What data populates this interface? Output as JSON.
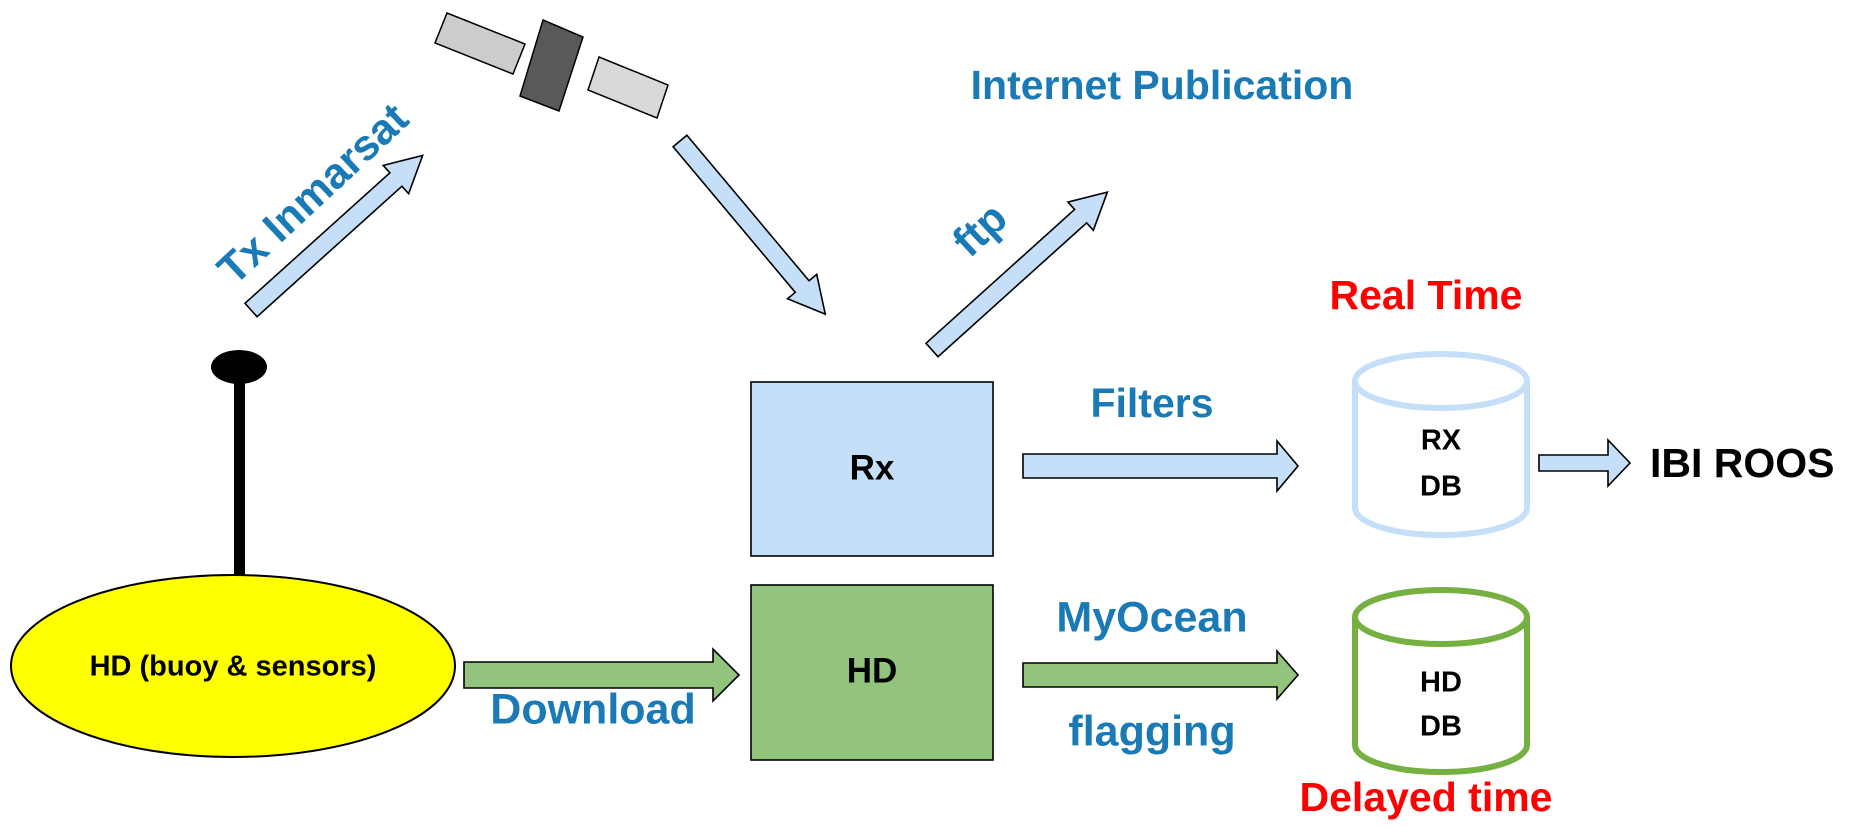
{
  "colors": {
    "blue_label": "#1a7ab5",
    "red_label": "#ff0000",
    "black": "#000000",
    "rx_fill": "#c5dff8",
    "hd_fill": "#93c47d",
    "buoy_fill": "#ffff00",
    "rx_db_stroke": "#c5dff8",
    "hd_db_stroke": "#76b041",
    "panel_light": "#cccccc",
    "panel_dark": "#595959"
  },
  "labels": {
    "tx_inmarsat": "Tx Inmarsat",
    "internet_publication": "Internet Publication",
    "ftp": "ftp",
    "real_time": "Real Time",
    "filters": "Filters",
    "rx_box": "Rx",
    "rx_db_line1": "RX",
    "rx_db_line2": "DB",
    "ibi_roos": "IBI ROOS",
    "buoy": "HD (buoy & sensors)",
    "download": "Download",
    "hd_box": "HD",
    "myocean": "MyOcean",
    "flagging": "flagging",
    "hd_db_line1": "HD",
    "hd_db_line2": "DB",
    "delayed_time": "Delayed time"
  }
}
